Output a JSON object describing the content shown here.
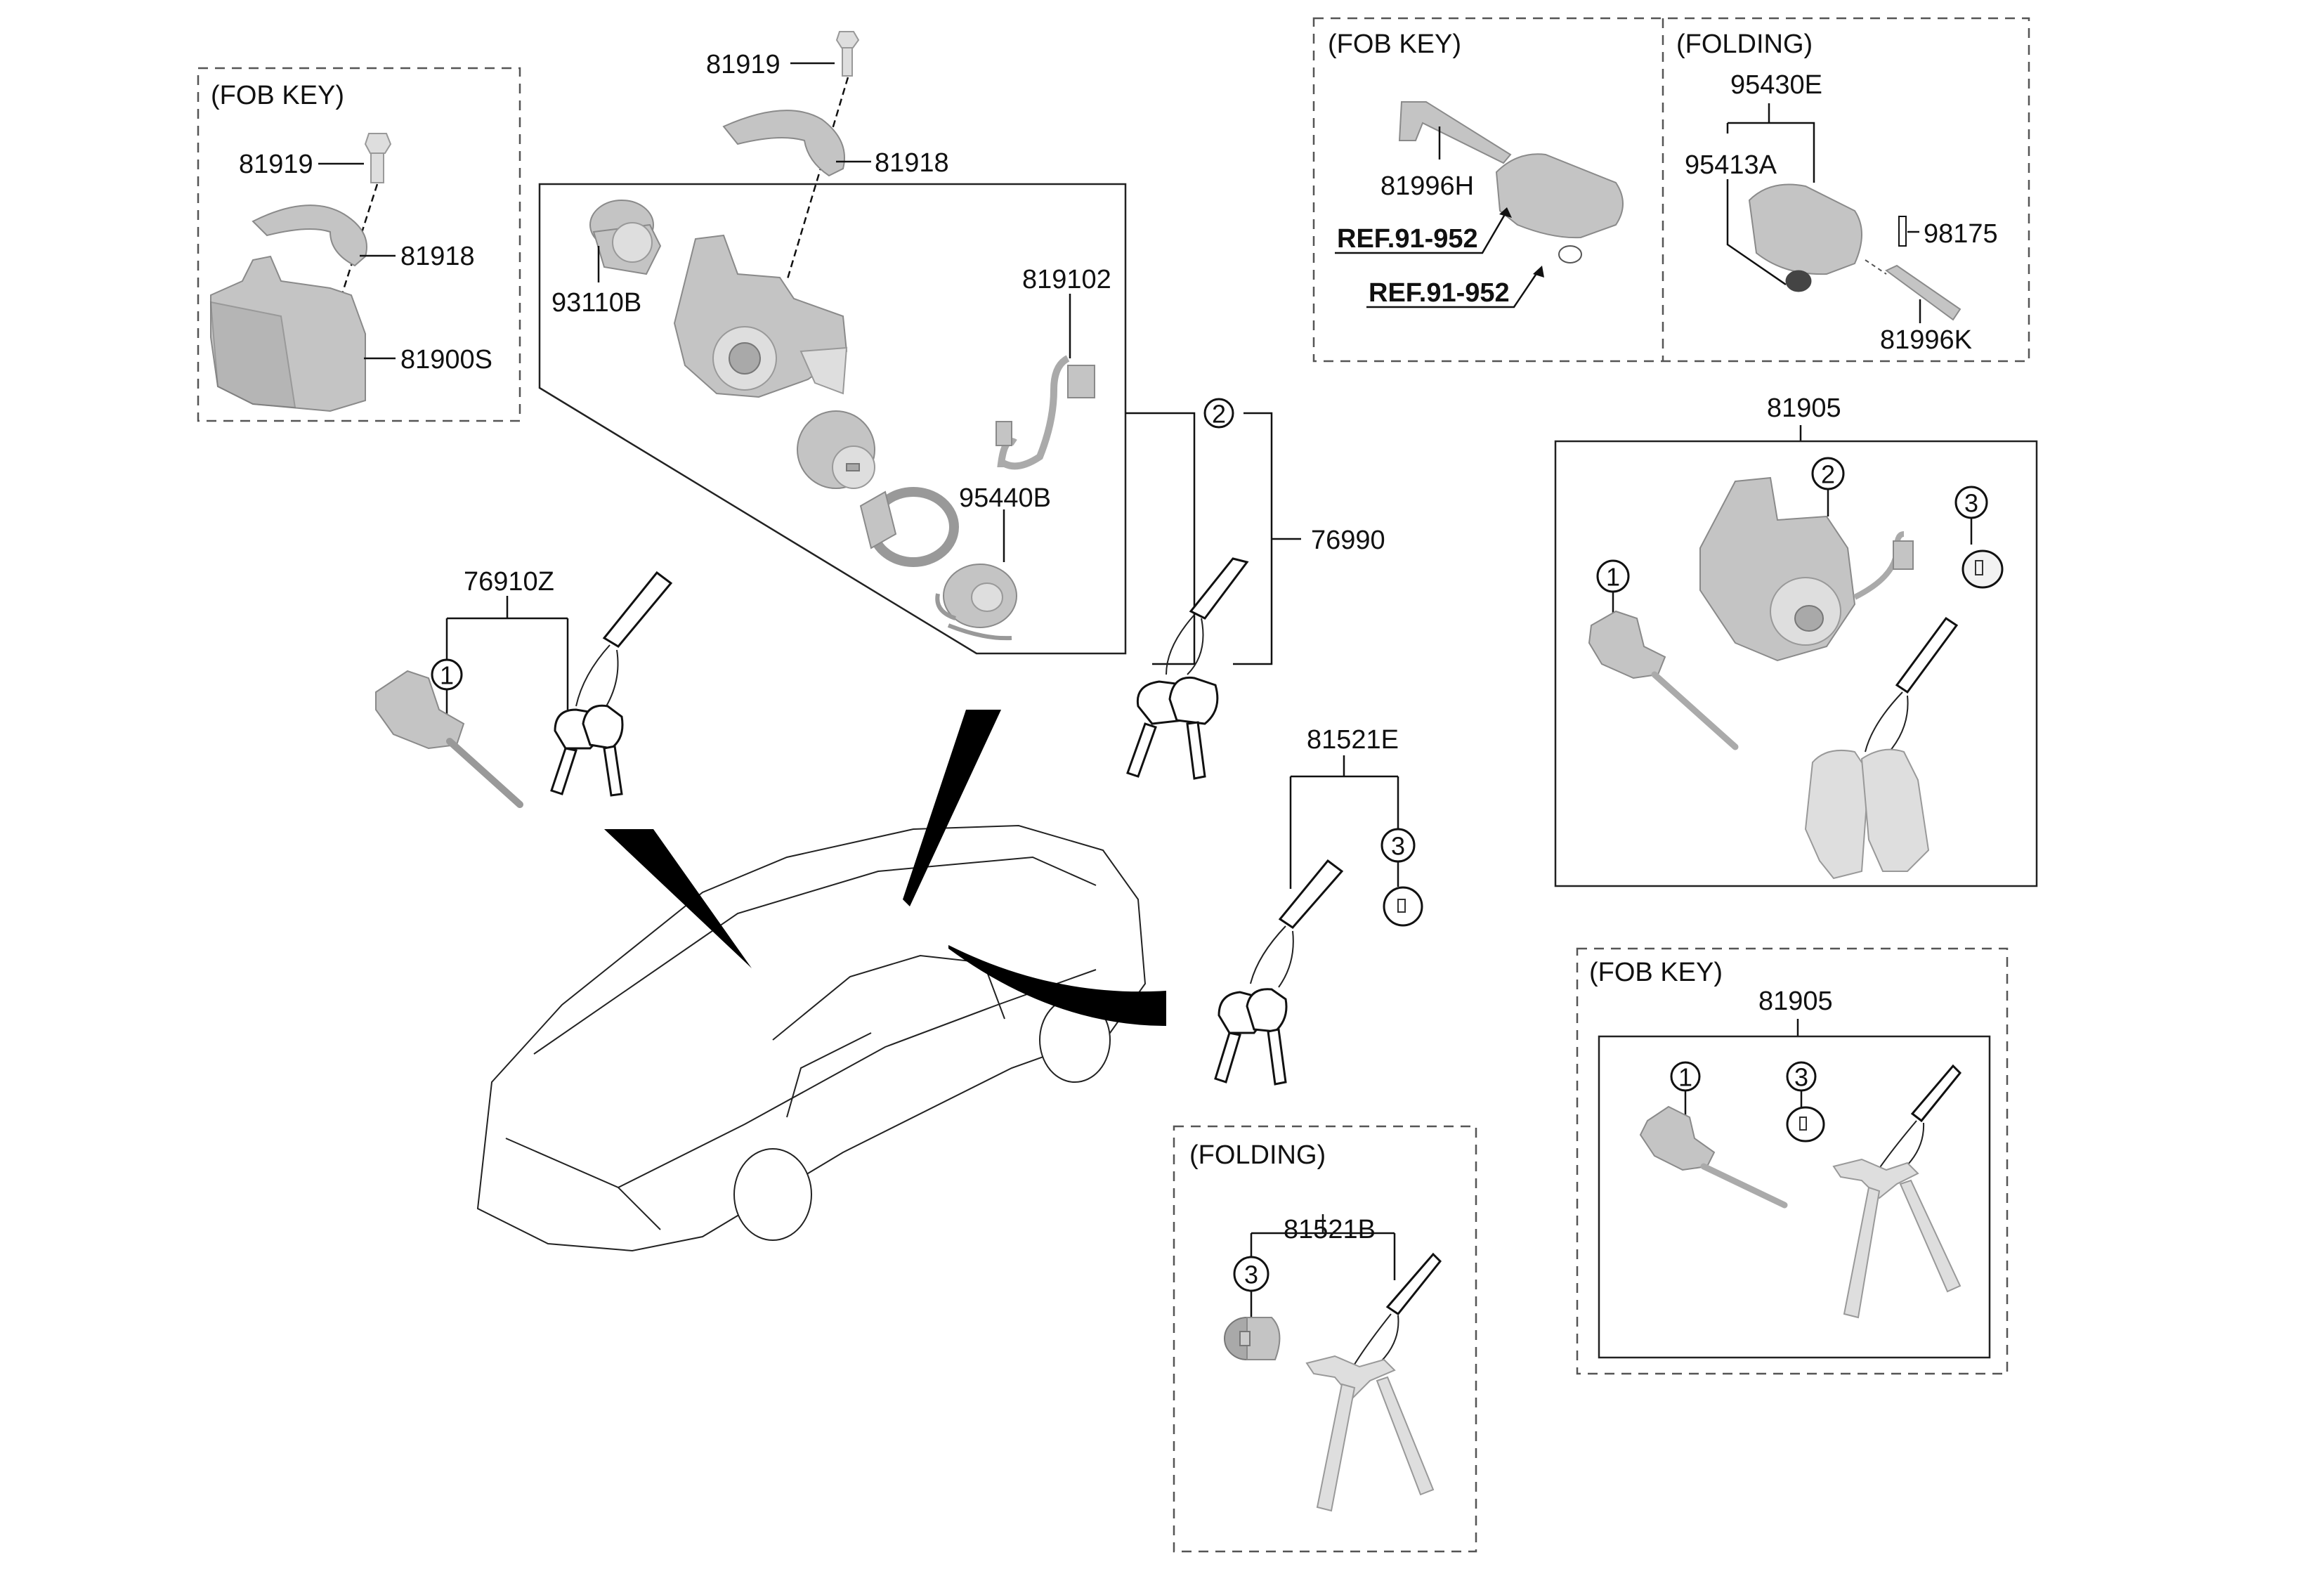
{
  "diagram": {
    "type": "parts-exploded-view",
    "groups": {
      "fob_key_left": {
        "caption": "(FOB KEY)",
        "parts": {
          "bolt": "81919",
          "bracket": "81918",
          "lock_assy": "81900S"
        }
      },
      "ignition_top": {
        "parts": {
          "bolt": "81919",
          "bracket": "81918"
        }
      },
      "ignition_box": {
        "parts": {
          "switch": "93110B",
          "harness": "819102",
          "immobilizer": "95440B"
        },
        "callout": "2",
        "parent": "76990"
      },
      "door_lock_set": {
        "label": "76910Z",
        "callout": "1"
      },
      "fob_key_top_right": {
        "caption": "(FOB KEY)",
        "parts": {
          "blade": "81996H",
          "ref_1": "REF.91-952",
          "ref_2": "REF.91-952"
        }
      },
      "folding_top_right": {
        "caption": "(FOLDING)",
        "parts": {
          "fob_assy": "95430E",
          "battery": "95413A",
          "pin": "98175",
          "blade": "81996K"
        }
      },
      "lock_set_81905": {
        "label": "81905",
        "callouts": [
          "1",
          "2",
          "3"
        ]
      },
      "tailgate_set": {
        "label": "81521E",
        "callout": "3"
      },
      "folding_bottom": {
        "caption": "(FOLDING)",
        "label": "81521B",
        "callout": "3"
      },
      "fob_key_bottom_right": {
        "caption": "(FOB KEY)",
        "label": "81905",
        "callouts": [
          "1",
          "3"
        ]
      }
    }
  }
}
